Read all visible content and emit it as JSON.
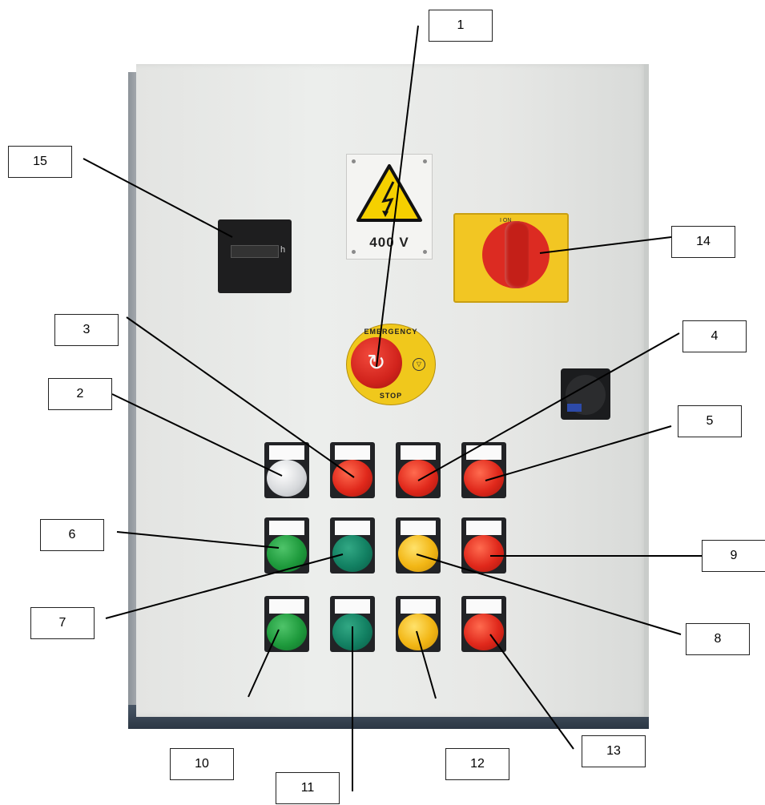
{
  "warning_sign": {
    "voltage": "400 V"
  },
  "emergency_stop": {
    "top_text": "EMERGENCY",
    "bottom_text": "STOP"
  },
  "hour_meter": {
    "unit": "h"
  },
  "main_switch": {
    "on_label": "I ON"
  },
  "callouts": [
    "1",
    "2",
    "3",
    "4",
    "5",
    "6",
    "7",
    "8",
    "9",
    "10",
    "11",
    "12",
    "13",
    "14",
    "15"
  ],
  "colors": {
    "cabinet": "#e7e8e6",
    "switch_plate": "#f2c623",
    "switch_knob": "#dc2b22",
    "lamp_red": "#e0281b",
    "lamp_green": "#1e9a3c",
    "lamp_teal": "#128062",
    "lamp_yellow": "#f2b615",
    "lamp_white": "#d5d7da"
  }
}
